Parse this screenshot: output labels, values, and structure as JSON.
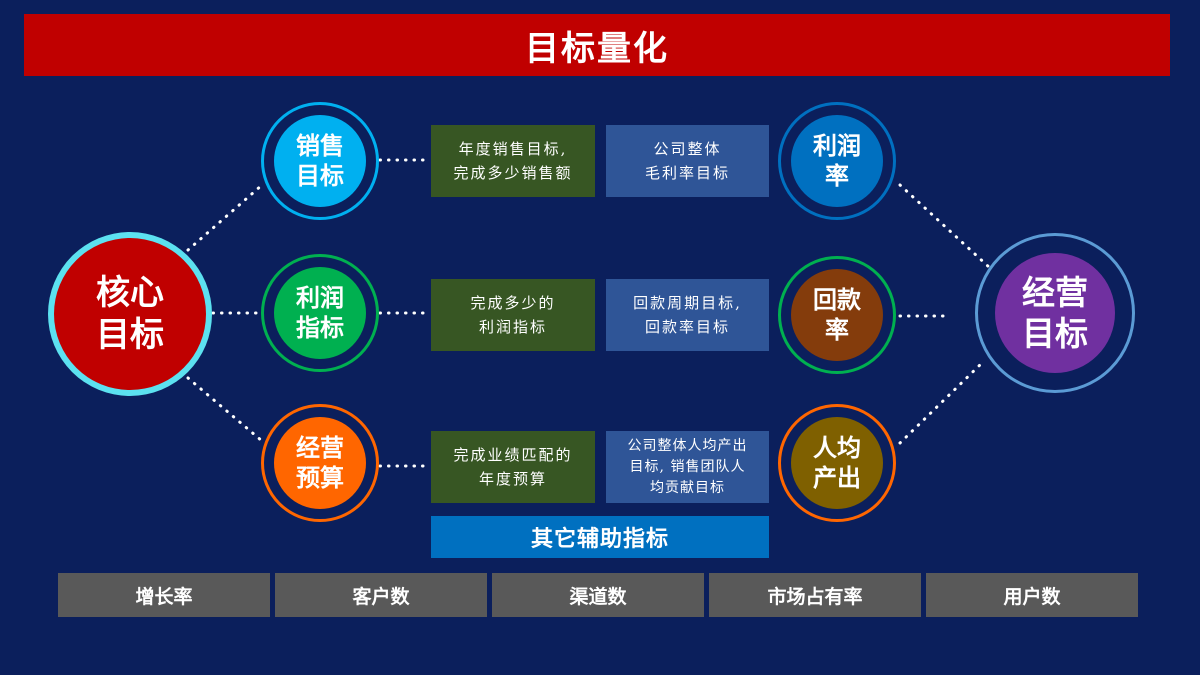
{
  "title": "目标量化",
  "core": {
    "label": "核心\n目标"
  },
  "business": {
    "label": "经营\n目标"
  },
  "left_nodes": [
    {
      "label": "销售\n目标",
      "color": "#00b0f0"
    },
    {
      "label": "利润\n指标",
      "color": "#00b050"
    },
    {
      "label": "经营\n预算",
      "color": "#ff6600"
    }
  ],
  "right_nodes": [
    {
      "label": "利润\n率",
      "color": "#0070c0"
    },
    {
      "label": "回款\n率",
      "color": "#843c0c"
    },
    {
      "label": "人均\n产出",
      "color": "#7f6000"
    }
  ],
  "green_boxes": [
    "年度销售目标,\n完成多少销售额",
    "完成多少的\n利润指标",
    "完成业绩匹配的\n年度预算"
  ],
  "blue_boxes": [
    "公司整体\n毛利率目标",
    "回款周期目标,\n回款率目标",
    "公司整体人均产出\n目标, 销售团队人\n均贡献目标"
  ],
  "aux_label": "其它辅助指标",
  "bottom_items": [
    "增长率",
    "客户数",
    "渠道数",
    "市场占有率",
    "用户数"
  ],
  "colors": {
    "background": "#0b1f5c",
    "title_bar": "#c00000",
    "core": "#c00000",
    "business": "#7030a0",
    "core_ring": "#5ce1f0"
  }
}
